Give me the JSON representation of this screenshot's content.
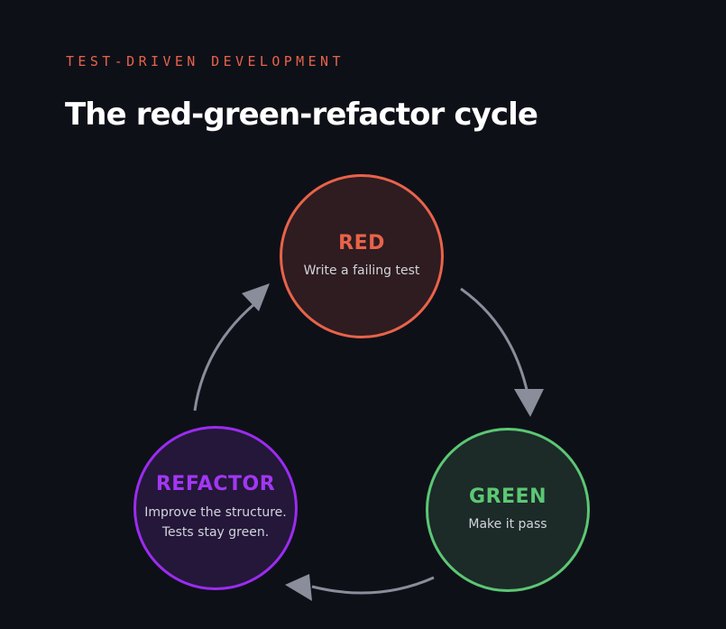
{
  "eyebrow": "TEST-DRIVEN DEVELOPMENT",
  "title": "The red-green-refactor cycle",
  "nodes": {
    "red": {
      "label": "RED",
      "desc": "Write a failing test",
      "color": "#e8634a"
    },
    "green": {
      "label": "GREEN",
      "desc": "Make it pass",
      "color": "#5cc774"
    },
    "refactor": {
      "label": "REFACTOR",
      "desc": "Improve the structure.\nTests stay green.",
      "color": "#9b2cf0"
    }
  },
  "arrow_color": "#8a8d9a",
  "background": "#0e1018"
}
